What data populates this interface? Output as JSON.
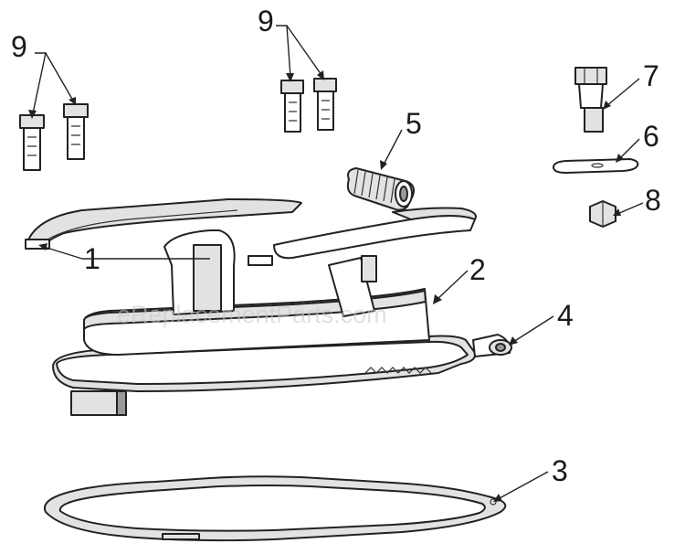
{
  "watermark": "eReplacementParts.com",
  "callouts": {
    "c1": "1",
    "c2": "2",
    "c3": "3",
    "c4": "4",
    "c5": "5",
    "c6": "6",
    "c7": "7",
    "c8": "8",
    "c9a": "9",
    "c9b": "9"
  }
}
